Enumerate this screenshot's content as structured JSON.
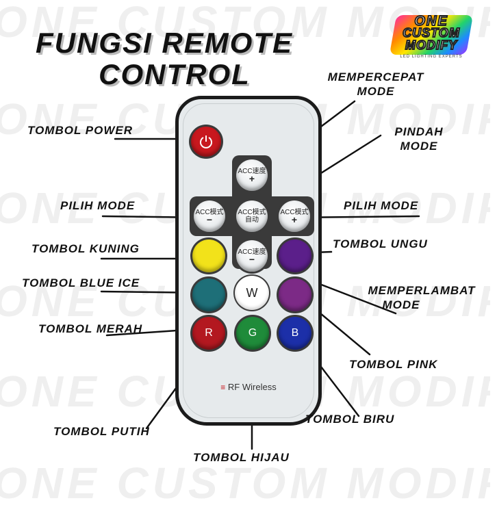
{
  "watermark": "ONE CUSTOM MODIFY",
  "logo": {
    "line1": "ONE",
    "line2": "CUSTOM",
    "line3": "MODIFY",
    "tagline": "LED LIGHTING EXPERTS"
  },
  "title": {
    "line1": "FUNGSI REMOTE",
    "line2": "CONTROL"
  },
  "labels": {
    "tombol_power": "TOMBOL POWER",
    "mempercepat_1": "MEMPERCEPAT",
    "mempercepat_2": "MODE",
    "pindah_1": "PINDAH",
    "pindah_2": "MODE",
    "pilih_mode_left": "PILIH MODE",
    "pilih_mode_right": "PILIH MODE",
    "tombol_kuning": "TOMBOL KUNING",
    "tombol_ungu": "TOMBOL UNGU",
    "tombol_blue_ice": "TOMBOL BLUE ICE",
    "memperlambat_1": "MEMPERLAMBAT",
    "memperlambat_2": "MODE",
    "tombol_merah": "TOMBOL MERAH",
    "tombol_pink": "TOMBOL PINK",
    "tombol_biru": "TOMBOL BIRU",
    "tombol_putih": "TOMBOL PUTIH",
    "tombol_hijau": "TOMBOL HIJAU"
  },
  "remote": {
    "acc_speed_up": {
      "line1": "ACC速度",
      "line2": "+"
    },
    "acc_mode_minus": {
      "line1": "ACC模式",
      "line2": "−"
    },
    "acc_mode_auto": {
      "line1": "ACC模式",
      "line2": "自动"
    },
    "acc_mode_plus": {
      "line1": "ACC模式",
      "line2": "+"
    },
    "acc_speed_down": {
      "line1": "ACC速度",
      "line2": "−"
    },
    "btn_w": "W",
    "btn_r": "R",
    "btn_g": "G",
    "btn_b": "B",
    "rf_text": "RF Wireless"
  },
  "colors": {
    "power": "#c8181e",
    "yellow": "#f2e21a",
    "purple": "#5b1f8a",
    "blue_ice": "#1e6f78",
    "pink": "#7c2a86",
    "white": "#ffffff",
    "red": "#b31820",
    "green": "#1f8b3a",
    "blue": "#1c2fa8"
  }
}
